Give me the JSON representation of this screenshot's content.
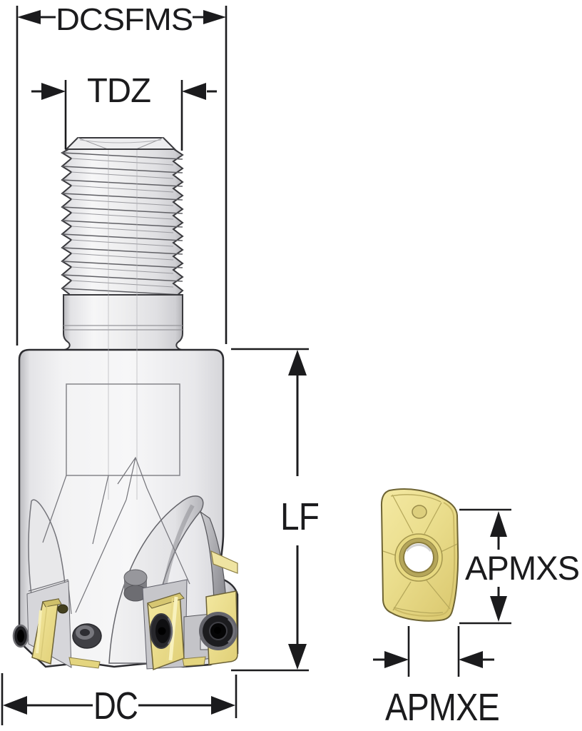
{
  "diagram": {
    "type": "technical-dimension-drawing",
    "subject": "screw-in indexable end mill with separate milling insert",
    "labels": {
      "dcsfms": "DCSFMS",
      "tdz": "TDZ",
      "lf": "LF",
      "dc": "DC",
      "apmxs": "APMXS",
      "apmxe": "APMXE"
    },
    "colors": {
      "line": "#1b1b1d",
      "metal_light": "#f6f6f7",
      "metal_mid": "#dededf",
      "metal_dark": "#b2b2b6",
      "insert_yellow": "#eadd8c",
      "insert_yellow_light": "#f4e9a3",
      "insert_yellow_dark": "#dcca72",
      "insert_outline": "#6b6136",
      "screw_dark": "#1c1c1f",
      "background": "#ffffff"
    }
  }
}
